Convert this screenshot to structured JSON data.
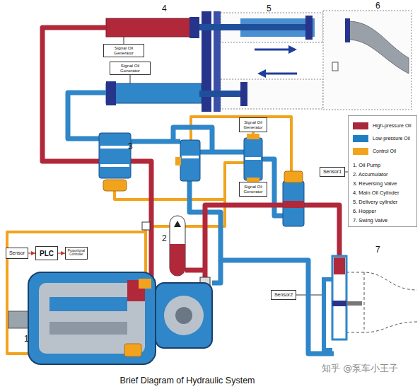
{
  "diagram": {
    "caption": "Brief Diagram of Hydraulic System",
    "nodes": [
      {
        "text": [
          "Signal Oil Generator"
        ]
      },
      {
        "text": [
          "Signal Oil Generator"
        ]
      },
      {
        "text": [
          "Signal Oil Generator"
        ]
      },
      {
        "text": [
          "Sensor1"
        ]
      },
      {
        "text": [
          "Signal Oil Generator"
        ]
      },
      {
        "text": [
          "Sensor"
        ]
      },
      {
        "text": [
          "PLC"
        ]
      },
      {
        "text": [
          "Proportional Controller"
        ]
      },
      {
        "text": [
          "Sensor2"
        ]
      }
    ],
    "edges": [
      {
        "from": 5,
        "to": 6,
        "arrow": "to"
      },
      {
        "from": 6,
        "to": 7,
        "arrow": "to"
      }
    ],
    "labels": [
      "4",
      "5",
      "6",
      "3",
      "2",
      "1",
      "7",
      "知乎 @泵车小王子"
    ],
    "legend": [
      {
        "text": "High-pressure Oil",
        "color": "#a8283c"
      },
      {
        "text": "Low-pressure Oil",
        "color": "#1f7dc4"
      },
      {
        "text": "Control Oil",
        "color": "#f2a31d"
      },
      {
        "text": "1. Oil Pump"
      },
      {
        "text": "2. Accumulator"
      },
      {
        "text": "3. Reversing Valve"
      },
      {
        "text": "4. Main Oil Cylinder"
      },
      {
        "text": "5. Delivery cylinder"
      },
      {
        "text": "6. Hopper"
      },
      {
        "text": "7. Swing Valve"
      }
    ]
  }
}
